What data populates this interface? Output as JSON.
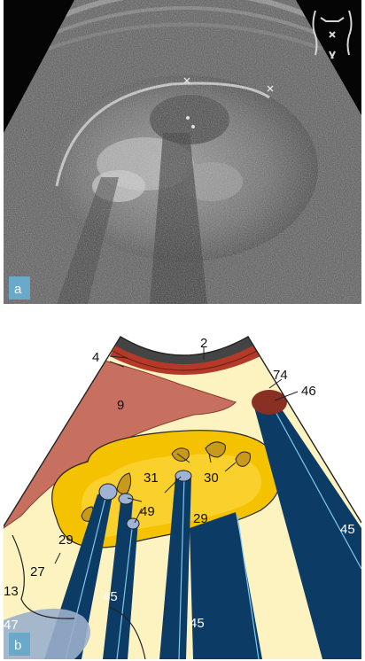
{
  "panel_a": {
    "letter": "a"
  },
  "panel_b": {
    "letter": "b",
    "labels": {
      "l2": "2",
      "l4": "4",
      "l74": "74",
      "l46": "46",
      "l9": "9",
      "l31": "31",
      "l30": "30",
      "l49": "49",
      "l29a": "29",
      "l29b": "29",
      "l27": "27",
      "l13": "13",
      "l47": "47",
      "l45a": "45",
      "l45b": "45",
      "l45c": "45"
    }
  },
  "colors": {
    "fat": "#fcf3c0",
    "muscle": "#c87060",
    "sinus": "#f5c200",
    "pyramid": "#c99a1a",
    "shadow": "#0c3b66",
    "skin": "#444444",
    "rectus": "#b33a28"
  }
}
